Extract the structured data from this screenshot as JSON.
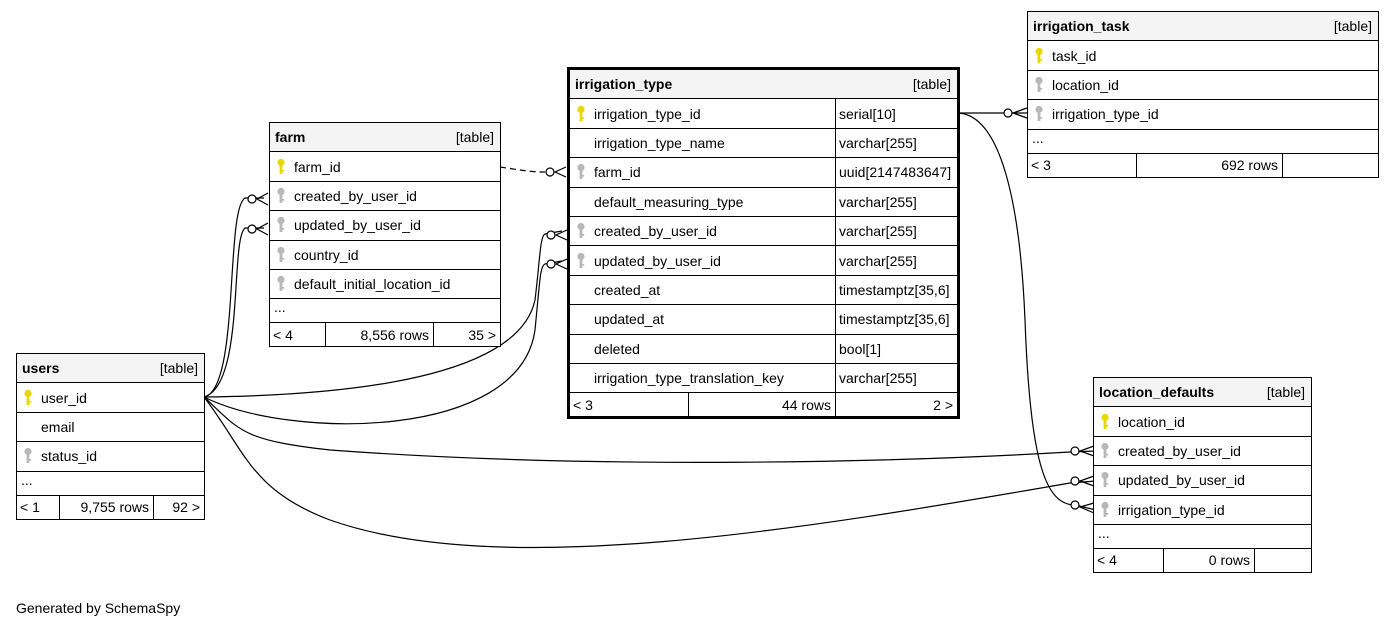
{
  "footer_text": "Generated by SchemaSpy",
  "colors": {
    "primary_key_icon": "#e8d800",
    "foreign_key_icon": "#b8b8b8",
    "header_bg": "#f4f4f4",
    "line": "#000000"
  },
  "tables": {
    "irrigation_type": {
      "name": "irrigation_type",
      "kind": "[table]",
      "columns": [
        {
          "name": "irrigation_type_id",
          "type": "serial[10]",
          "icon": "primary-key-icon"
        },
        {
          "name": "irrigation_type_name",
          "type": "varchar[255]",
          "icon": ""
        },
        {
          "name": "farm_id",
          "type": "uuid[2147483647]",
          "icon": "foreign-key-icon"
        },
        {
          "name": "default_measuring_type",
          "type": "varchar[255]",
          "icon": ""
        },
        {
          "name": "created_by_user_id",
          "type": "varchar[255]",
          "icon": "foreign-key-icon"
        },
        {
          "name": "updated_by_user_id",
          "type": "varchar[255]",
          "icon": "foreign-key-icon"
        },
        {
          "name": "created_at",
          "type": "timestamptz[35,6]",
          "icon": ""
        },
        {
          "name": "updated_at",
          "type": "timestamptz[35,6]",
          "icon": ""
        },
        {
          "name": "deleted",
          "type": "bool[1]",
          "icon": ""
        },
        {
          "name": "irrigation_type_translation_key",
          "type": "varchar[255]",
          "icon": ""
        }
      ],
      "footer": {
        "parents": "< 3",
        "rows": "44 rows",
        "children": "2 >"
      }
    },
    "farm": {
      "name": "farm",
      "kind": "[table]",
      "columns": [
        {
          "name": "farm_id",
          "icon": "primary-key-icon"
        },
        {
          "name": "created_by_user_id",
          "icon": "foreign-key-icon"
        },
        {
          "name": "updated_by_user_id",
          "icon": "foreign-key-icon"
        },
        {
          "name": "country_id",
          "icon": "foreign-key-icon"
        },
        {
          "name": "default_initial_location_id",
          "icon": "foreign-key-icon"
        }
      ],
      "ellipsis": "...",
      "footer": {
        "parents": "< 4",
        "rows": "8,556 rows",
        "children": "35 >"
      }
    },
    "users": {
      "name": "users",
      "kind": "[table]",
      "columns": [
        {
          "name": "user_id",
          "icon": "primary-key-icon"
        },
        {
          "name": "email",
          "icon": ""
        },
        {
          "name": "status_id",
          "icon": "foreign-key-icon"
        }
      ],
      "ellipsis": "...",
      "footer": {
        "parents": "< 1",
        "rows": "9,755 rows",
        "children": "92 >"
      }
    },
    "irrigation_task": {
      "name": "irrigation_task",
      "kind": "[table]",
      "columns": [
        {
          "name": "task_id",
          "icon": "primary-key-icon"
        },
        {
          "name": "location_id",
          "icon": "foreign-key-icon"
        },
        {
          "name": "irrigation_type_id",
          "icon": "foreign-key-icon"
        }
      ],
      "ellipsis": "...",
      "footer": {
        "parents": "< 3",
        "rows": "692 rows",
        "children": ""
      }
    },
    "location_defaults": {
      "name": "location_defaults",
      "kind": "[table]",
      "columns": [
        {
          "name": "location_id",
          "icon": "primary-key-icon"
        },
        {
          "name": "created_by_user_id",
          "icon": "foreign-key-icon"
        },
        {
          "name": "updated_by_user_id",
          "icon": "foreign-key-icon"
        },
        {
          "name": "irrigation_type_id",
          "icon": "foreign-key-icon"
        }
      ],
      "ellipsis": "...",
      "footer": {
        "parents": "< 4",
        "rows": "0 rows",
        "children": ""
      }
    }
  },
  "relationships": [
    {
      "from": "farm.farm_id",
      "to": "irrigation_type.farm_id",
      "style": "dashed"
    },
    {
      "from": "users.user_id",
      "to": "farm.created_by_user_id",
      "style": "solid"
    },
    {
      "from": "users.user_id",
      "to": "farm.updated_by_user_id",
      "style": "solid"
    },
    {
      "from": "users.user_id",
      "to": "irrigation_type.created_by_user_id",
      "style": "solid"
    },
    {
      "from": "users.user_id",
      "to": "irrigation_type.updated_by_user_id",
      "style": "solid"
    },
    {
      "from": "users.user_id",
      "to": "location_defaults.created_by_user_id",
      "style": "solid"
    },
    {
      "from": "users.user_id",
      "to": "location_defaults.updated_by_user_id",
      "style": "solid"
    },
    {
      "from": "irrigation_type.irrigation_type_id",
      "to": "irrigation_task.irrigation_type_id",
      "style": "solid"
    },
    {
      "from": "irrigation_type.irrigation_type_id",
      "to": "location_defaults.irrigation_type_id",
      "style": "solid"
    }
  ]
}
